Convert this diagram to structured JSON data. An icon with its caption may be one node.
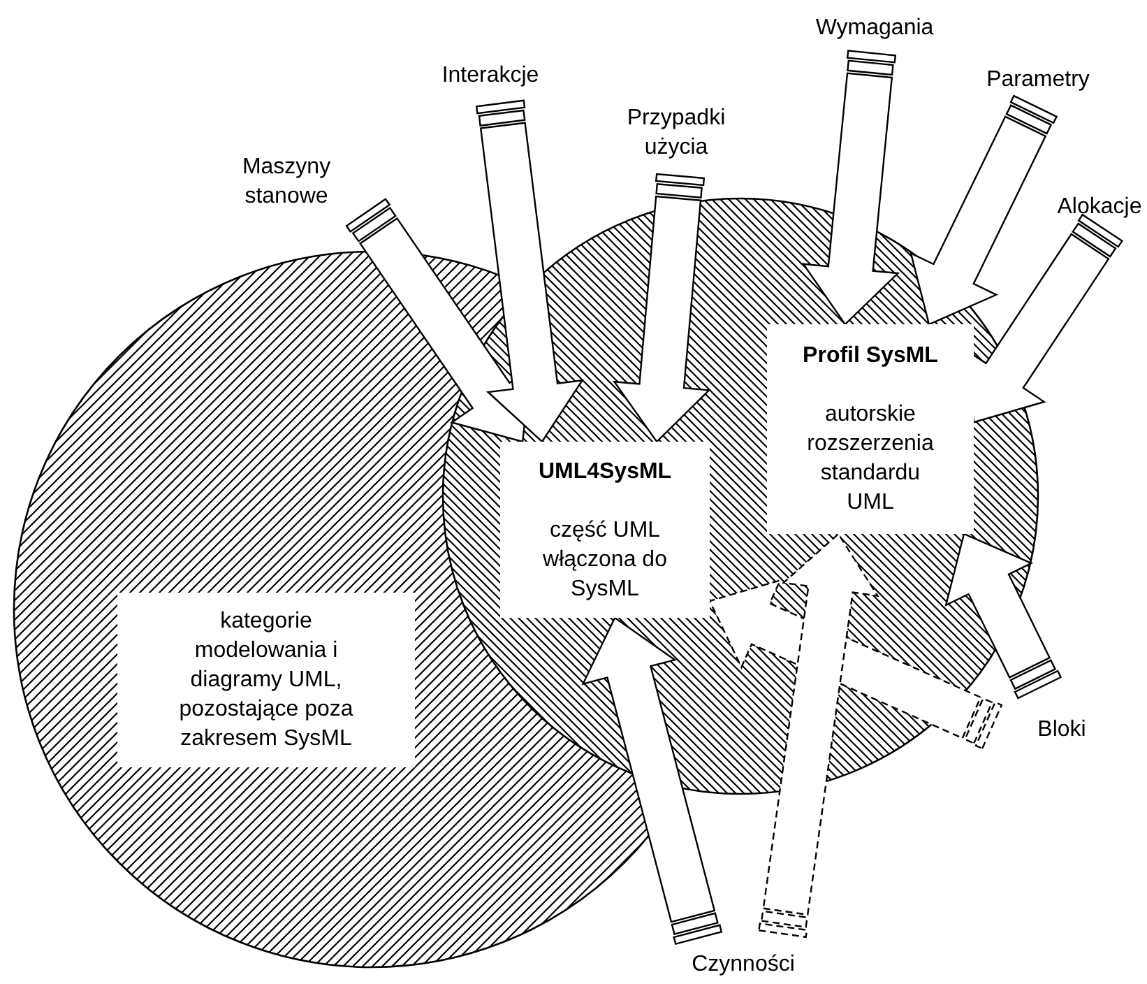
{
  "diagram": {
    "nodes": [
      {
        "text": [
          "kategorie modelowania i diagramy UML, pozostające poza zakresem SysML"
        ]
      },
      {
        "text": [],
        "shape": "circle"
      },
      {
        "text": [
          "UML4SysML",
          "część UML włączona do SysML"
        ]
      },
      {
        "text": [
          "Profil SysML",
          "autorskie rozszerzenia standardu UML"
        ],
        "in": 1
      },
      {
        "text": [
          "Maszyny stanowe"
        ]
      },
      {
        "text": [
          "Interakcje"
        ]
      },
      {
        "text": [
          "Przypadki użycia"
        ]
      },
      {
        "text": [
          "Wymagania"
        ]
      },
      {
        "text": [
          "Parametry"
        ]
      },
      {
        "text": [
          "Alokacje"
        ]
      },
      {
        "text": [
          "Bloki"
        ]
      },
      {
        "text": [
          "Czynności"
        ]
      }
    ],
    "edges": [
      {
        "from": 4,
        "to": 2,
        "arrow": "to"
      },
      {
        "from": 5,
        "to": 2,
        "arrow": "to"
      },
      {
        "from": 6,
        "to": 2,
        "arrow": "to"
      },
      {
        "from": 7,
        "to": 3,
        "arrow": "to"
      },
      {
        "from": 8,
        "to": 3,
        "arrow": "to"
      },
      {
        "from": 9,
        "to": 3,
        "arrow": "to"
      },
      {
        "from": 10,
        "to": 3,
        "arrow": "to"
      },
      {
        "from": 10,
        "to": 2,
        "arrow": "to",
        "style": "dashed"
      },
      {
        "from": 11,
        "to": 2,
        "arrow": "to"
      },
      {
        "from": 11,
        "to": 3,
        "arrow": "to",
        "style": "dashed"
      }
    ]
  }
}
